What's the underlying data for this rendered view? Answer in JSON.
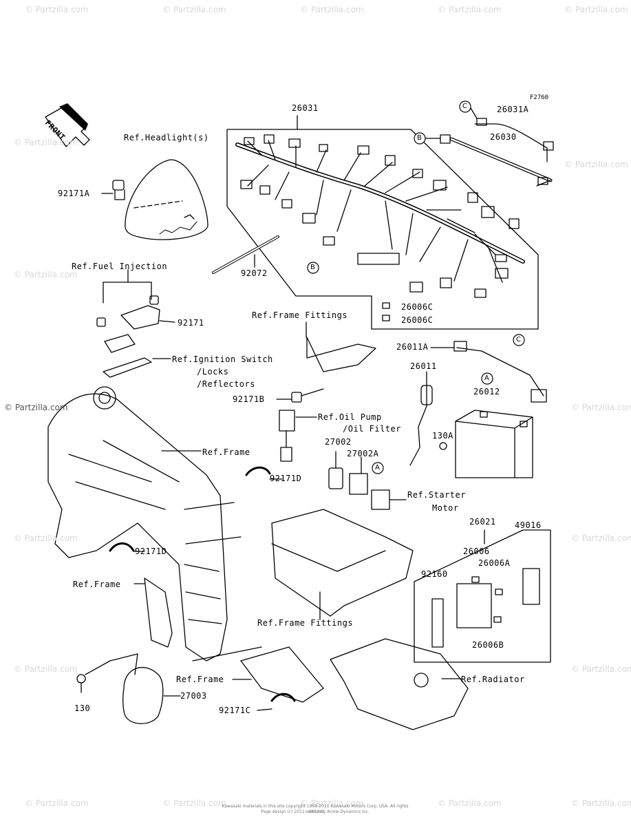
{
  "figure_code": "F2760",
  "watermark_text": "© Partzilla.com",
  "front_label": "FRONT",
  "footer": {
    "line1": "Kawasaki materials in this site copyright 1998-2011 Kawasaki Motors Corp. USA. All rights reserved.",
    "line2": "Page design (c) 2011 - 2017 by Arrow Dynamics Inc."
  },
  "callout_letters": {
    "a": "A",
    "b": "B",
    "c": "C"
  },
  "parts": {
    "p26031": "26031",
    "p26031a": "26031A",
    "p26030": "26030",
    "p92171a": "92171A",
    "p92072": "92072",
    "p26006c_1": "26006C",
    "p26006c_2": "26006C",
    "p92171": "92171",
    "p92171b": "92171B",
    "p26011a": "26011A",
    "p26011": "26011",
    "p26012": "26012",
    "p130a": "130A",
    "p27002": "27002",
    "p27002a": "27002A",
    "p92171d_1": "92171D",
    "p92171d_2": "92171D",
    "p26021": "26021",
    "p49016": "49016",
    "p26006": "26006",
    "p26006a": "26006A",
    "p92160": "92160",
    "p26006b": "26006B",
    "p130": "130",
    "p27003": "27003",
    "p92171c": "92171C"
  },
  "refs": {
    "headlight": "Ref.Headlight(s)",
    "fuel_injection": "Ref.Fuel Injection",
    "frame_fittings_top": "Ref.Frame Fittings",
    "ignition_switch": "Ref.Ignition Switch",
    "locks": "/Locks",
    "reflectors": "/Reflectors",
    "oil_pump": "Ref.Oil Pump",
    "oil_filter": "/Oil Filter",
    "frame_1": "Ref.Frame",
    "starter": "Ref.Starter",
    "motor": "Motor",
    "frame_2": "Ref.Frame",
    "frame_fittings_bottom": "Ref.Frame Fittings",
    "frame_3": "Ref.Frame",
    "radiator": "Ref.Radiator"
  }
}
